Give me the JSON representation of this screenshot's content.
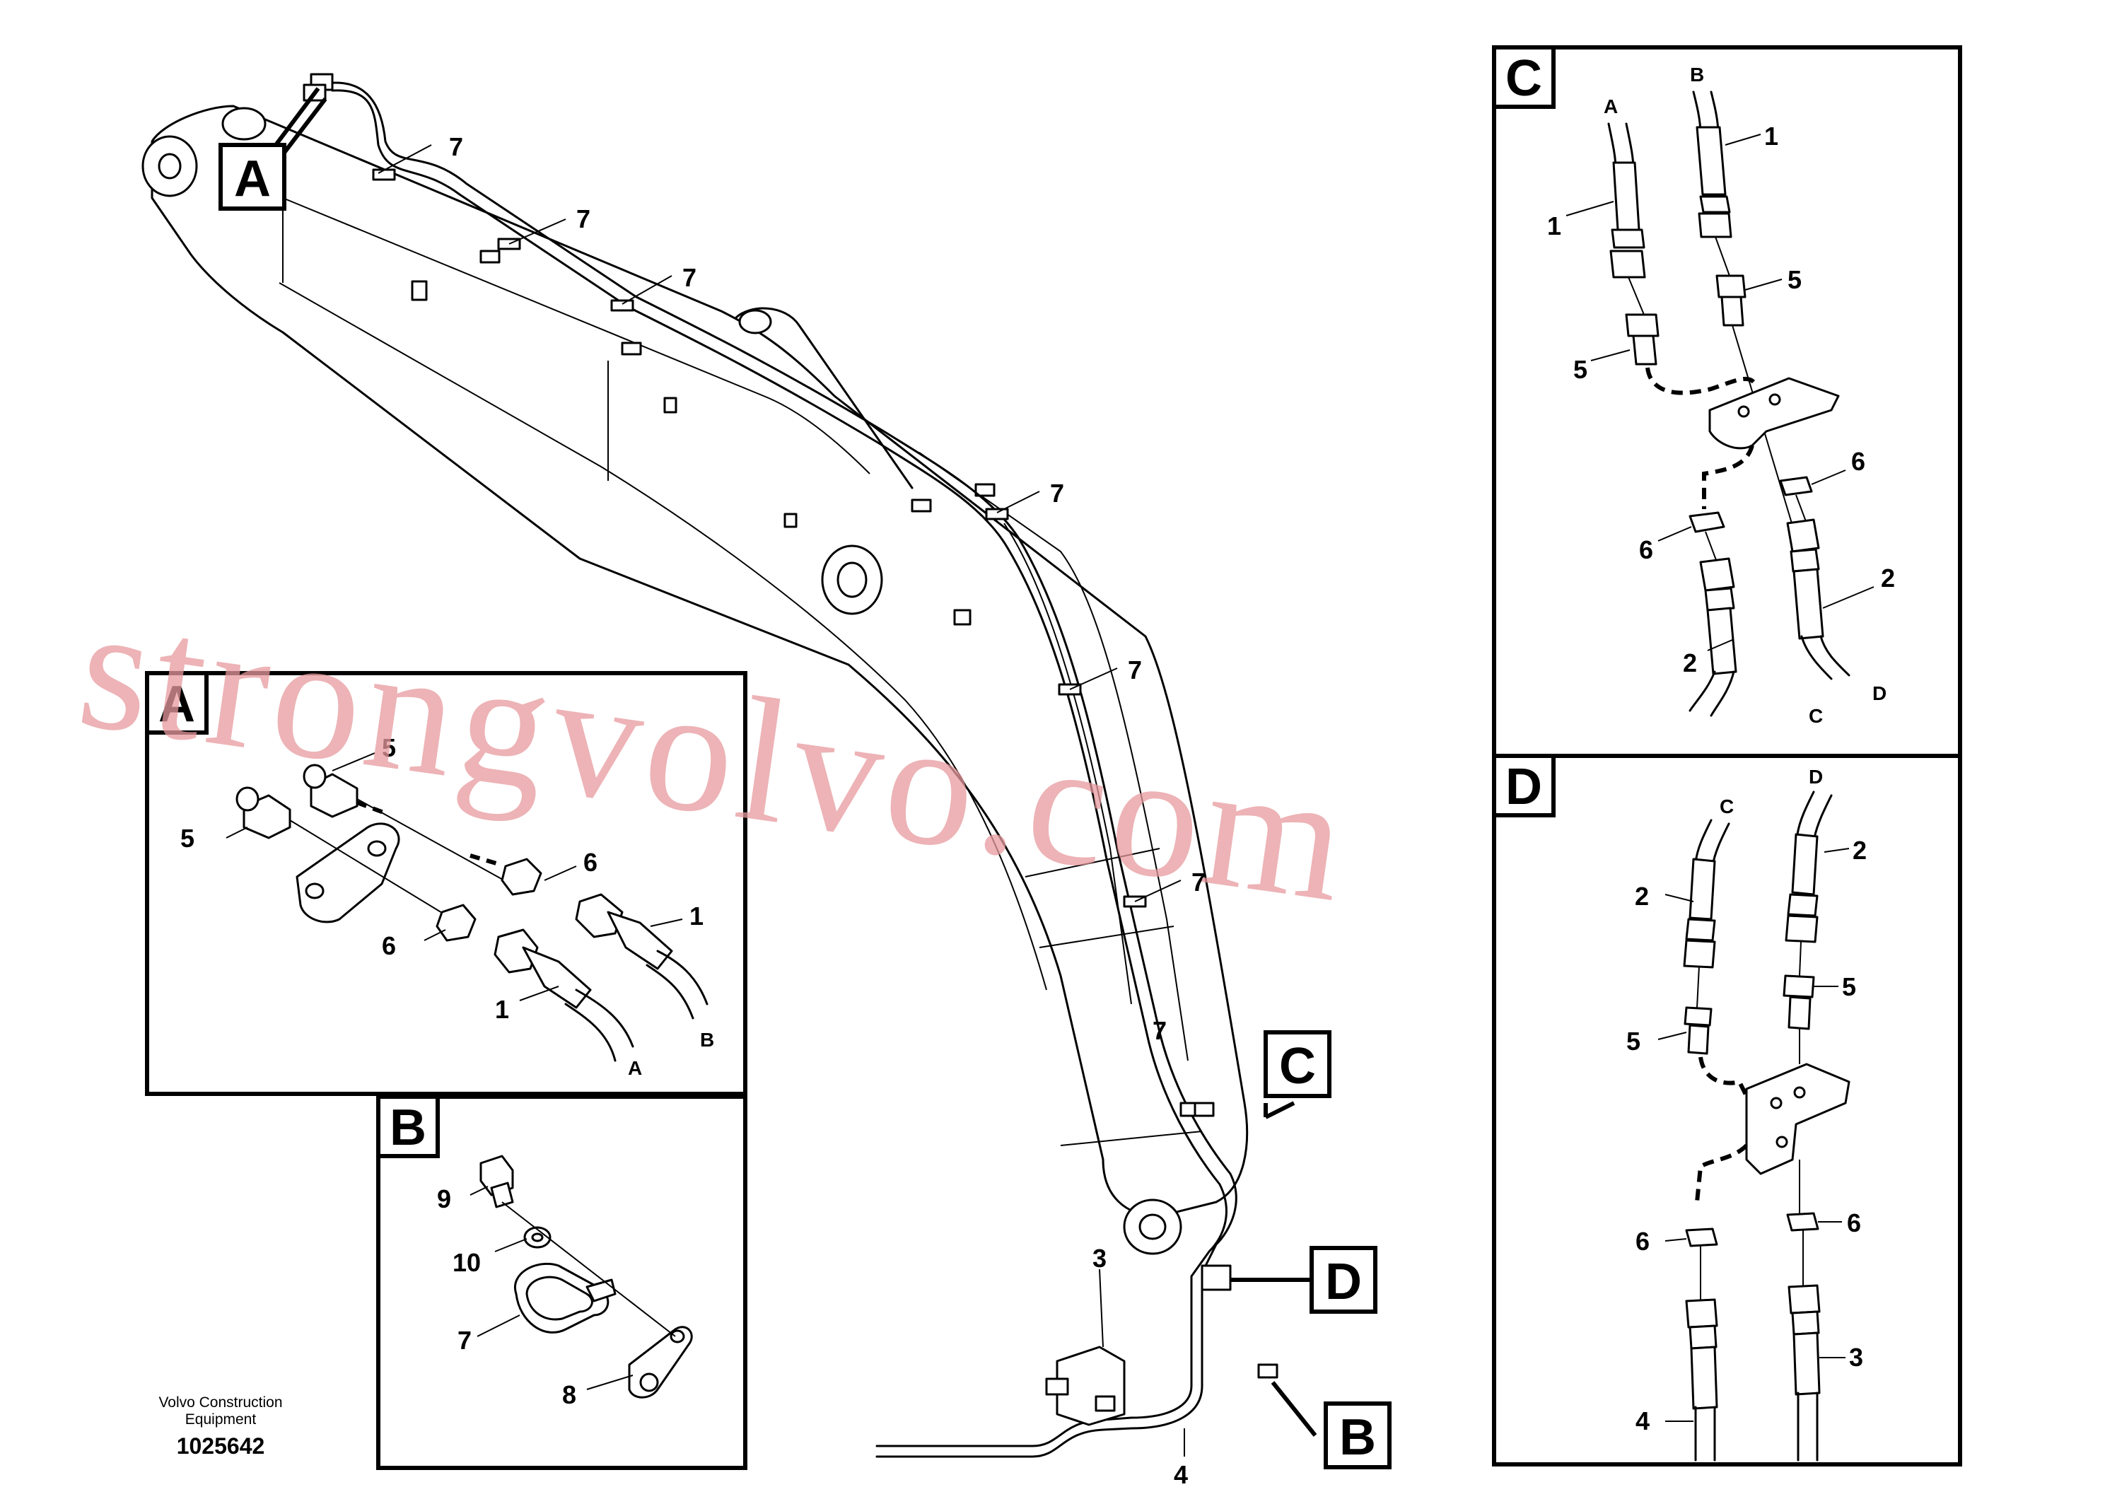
{
  "tags": {
    "main_a": "A",
    "main_b": "B",
    "main_c": "C",
    "main_d": "D",
    "panel_a": "A",
    "panel_b": "B",
    "panel_c": "C",
    "panel_d": "D"
  },
  "main_callouts": [
    "7",
    "7",
    "7",
    "7",
    "7",
    "7",
    "7",
    "3",
    "4"
  ],
  "panel_a": {
    "callouts": [
      "5",
      "5",
      "6",
      "6",
      "1",
      "1"
    ],
    "hose_ends": [
      "B",
      "A"
    ]
  },
  "panel_b": {
    "callouts": [
      "9",
      "10",
      "7",
      "8"
    ]
  },
  "panel_c": {
    "callouts": [
      "1",
      "1",
      "5",
      "5",
      "6",
      "6",
      "2",
      "2"
    ],
    "hose_ends": [
      "A",
      "B",
      "C",
      "D"
    ]
  },
  "panel_d": {
    "callouts": [
      "2",
      "2",
      "5",
      "5",
      "6",
      "6",
      "4",
      "3"
    ],
    "hose_ends": [
      "C",
      "D"
    ]
  },
  "caption": {
    "line1": "Volvo Construction",
    "line2": "Equipment",
    "doc_number": "1025642"
  },
  "watermark": "strongvolvo.com",
  "colors": {
    "line": "#000000",
    "watermark": "#e89a9e",
    "background": "#ffffff"
  }
}
